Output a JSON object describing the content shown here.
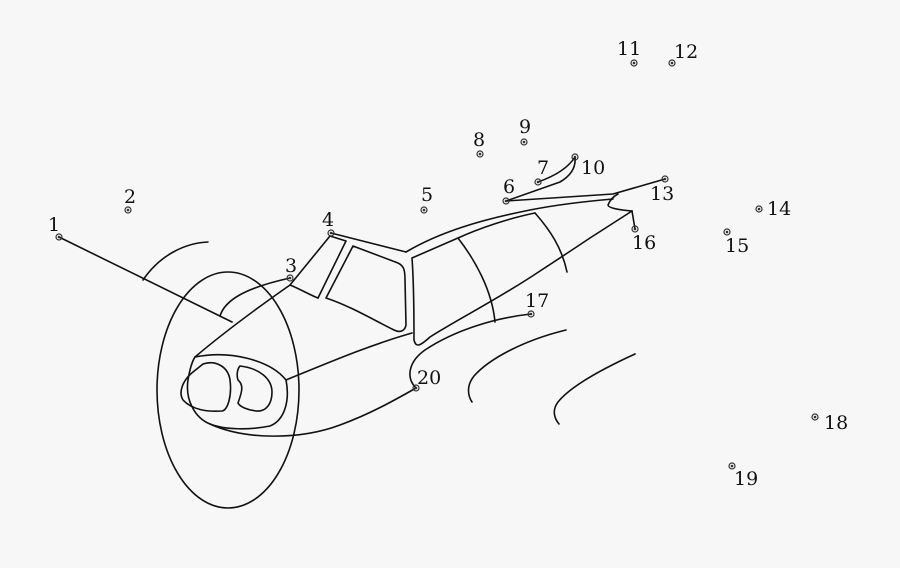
{
  "dots": [
    {
      "label": "1"
    },
    {
      "label": "2"
    },
    {
      "label": "3"
    },
    {
      "label": "4"
    },
    {
      "label": "5"
    },
    {
      "label": "6"
    },
    {
      "label": "7"
    },
    {
      "label": "8"
    },
    {
      "label": "9"
    },
    {
      "label": "10"
    },
    {
      "label": "11"
    },
    {
      "label": "12"
    },
    {
      "label": "13"
    },
    {
      "label": "14"
    },
    {
      "label": "15"
    },
    {
      "label": "16"
    },
    {
      "label": "17"
    },
    {
      "label": "18"
    },
    {
      "label": "19"
    },
    {
      "label": "20"
    }
  ]
}
